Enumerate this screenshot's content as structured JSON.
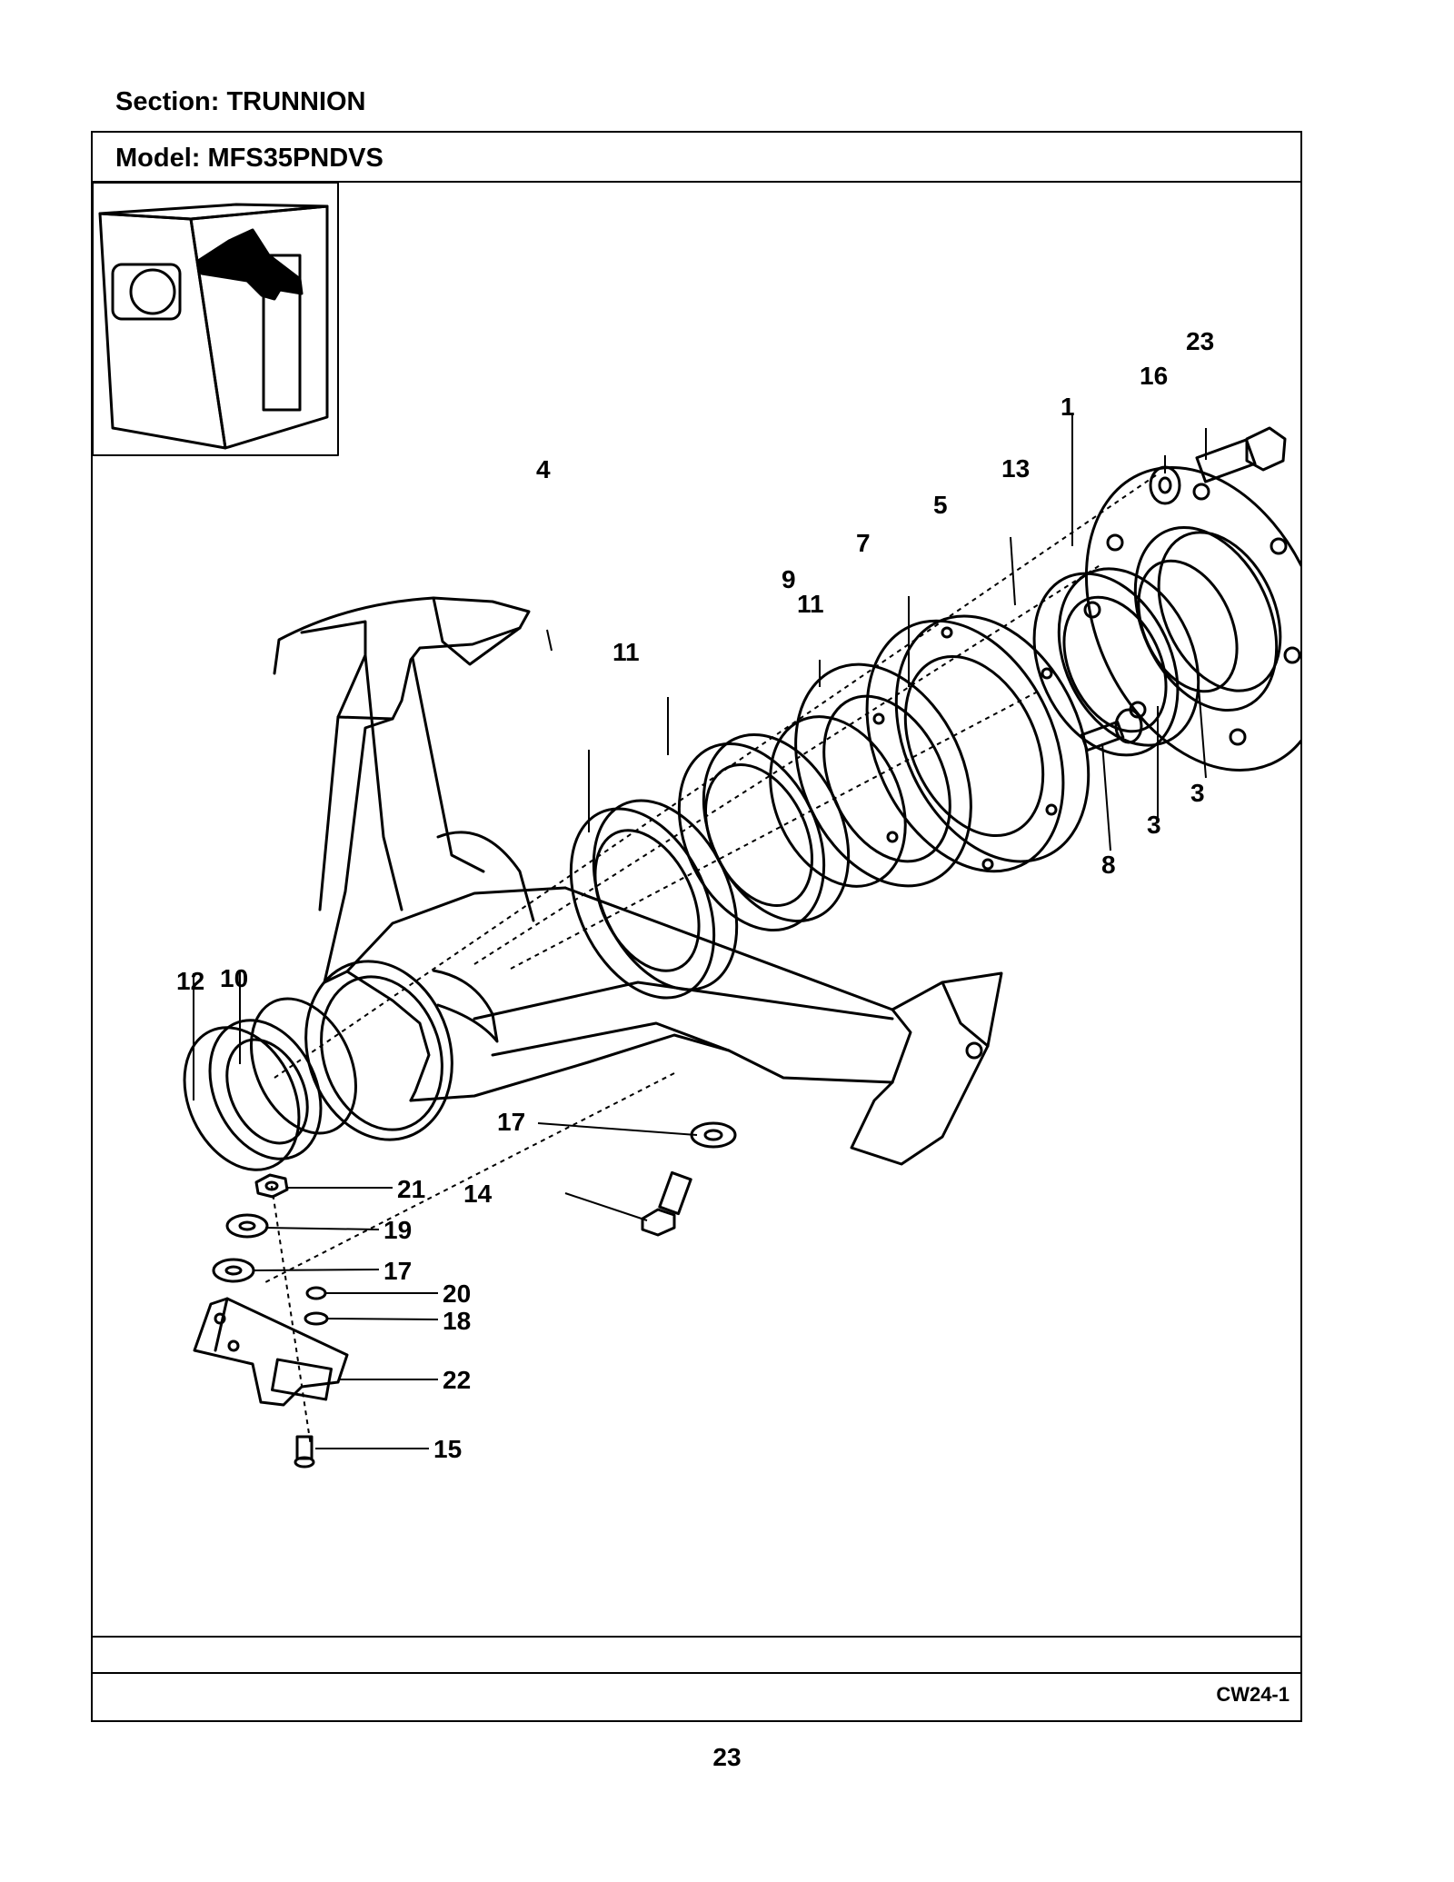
{
  "header": {
    "section": "Section:  TRUNNION",
    "model": "Model:  MFS35PNDVS"
  },
  "callouts": [
    "1",
    "3",
    "3",
    "4",
    "5",
    "7",
    "8",
    "9",
    "10",
    "11",
    "11",
    "12",
    "13",
    "14",
    "15",
    "16",
    "17",
    "17",
    "18",
    "19",
    "20",
    "21",
    "22",
    "23"
  ],
  "footer": {
    "code": "CW24-1",
    "page": "23"
  }
}
